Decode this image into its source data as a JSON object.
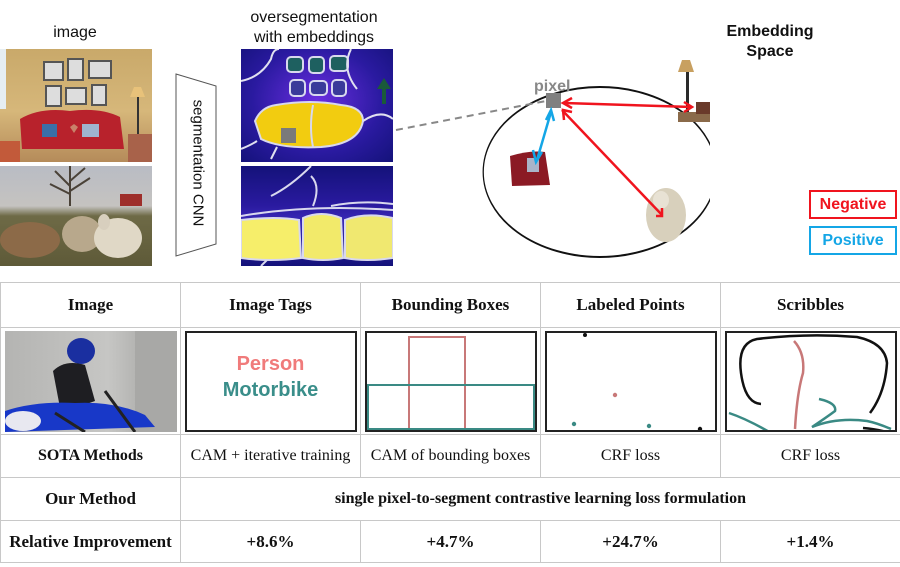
{
  "top_diagram": {
    "image_label": "image",
    "cnn_label": "segmentation CNN",
    "overseg_label_line1": "oversegmentation",
    "overseg_label_line2": "with embeddings",
    "embedding_title_line1": "Embedding",
    "embedding_title_line2": "Space",
    "pixel_label": "pixel",
    "legend": {
      "negative": "Negative",
      "positive": "Positive"
    },
    "colors": {
      "negative": "#f0141e",
      "positive": "#14a6e6",
      "pixel": "#808080"
    }
  },
  "table": {
    "headers": [
      "Image",
      "Image Tags",
      "Bounding Boxes",
      "Labeled Points",
      "Scribbles"
    ],
    "tags": {
      "person": "Person",
      "motorbike": "Motorbike"
    },
    "colors": {
      "person": "#f07b7b",
      "motorbike": "#3a8e8a",
      "person_annotation": "#c87878",
      "motorbike_annotation": "#3a8a84",
      "our_method_text": "#e0141a"
    },
    "sota": {
      "label": "SOTA Methods",
      "values": [
        "CAM + iterative training",
        "CAM of bounding boxes",
        "CRF loss",
        "CRF loss"
      ]
    },
    "ours": {
      "label": "Our Method",
      "value": "single pixel-to-segment contrastive learning loss formulation"
    },
    "improvement": {
      "label": "Relative Improvement",
      "values": [
        "+8.6%",
        "+4.7%",
        "+24.7%",
        "+1.4%"
      ]
    }
  }
}
